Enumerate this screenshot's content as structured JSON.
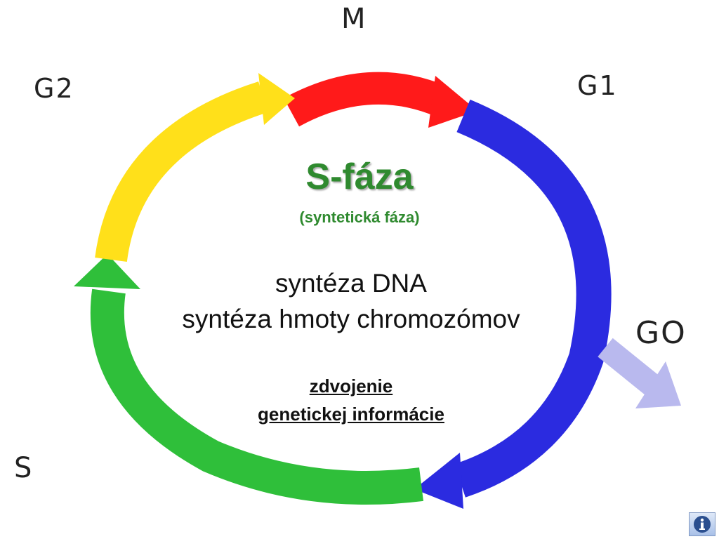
{
  "phases": {
    "m": "M",
    "g1": "G1",
    "g0": "GO",
    "s": "S",
    "g2": "G2"
  },
  "center": {
    "title": "S-fáza",
    "subtitle": "(syntetická fáza)",
    "line1": "syntéza DNA",
    "line2": "syntéza hmoty chromozómov",
    "line3": "zdvojenie",
    "line4": "genetickej informácie"
  },
  "colors": {
    "red": "#ff1a1a",
    "blue": "#2b2be0",
    "green": "#2fbf3a",
    "yellow": "#ffe01a",
    "g0_arrow": "#b9b9ee",
    "title_green": "#2f8a2f"
  },
  "icons": {
    "info": "info-icon"
  }
}
